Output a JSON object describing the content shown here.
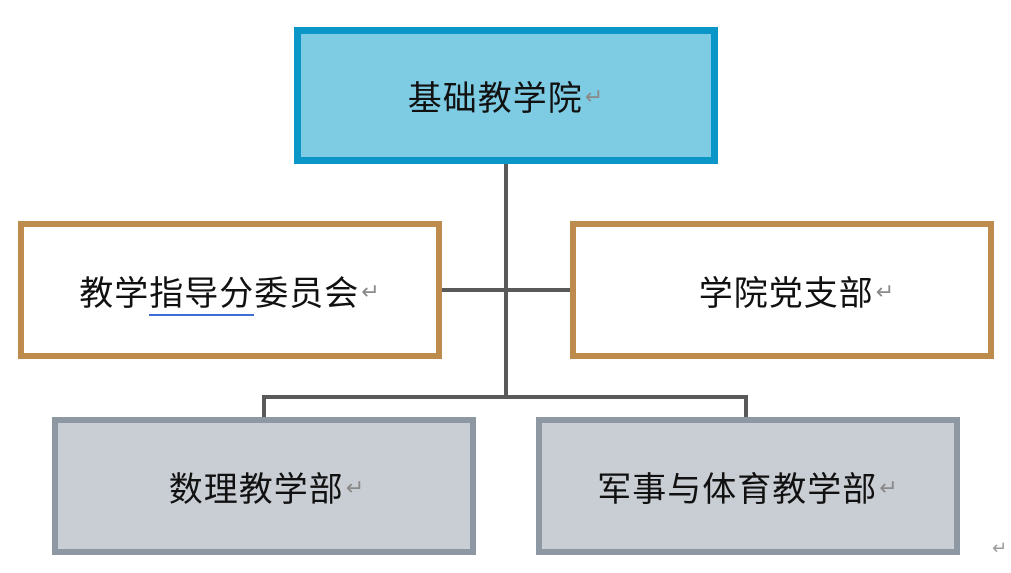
{
  "diagram": {
    "root": {
      "label": "基础教学院"
    },
    "middle": [
      {
        "label_part1": "教学",
        "label_underlined": "指导分",
        "label_part2": "委员会"
      },
      {
        "label": "学院党支部"
      }
    ],
    "bottom": [
      {
        "label": "数理教学部"
      },
      {
        "label": "军事与体育教学部"
      }
    ],
    "paragraph_mark": "↵",
    "colors": {
      "root_fill": "#7ecbe4",
      "root_border": "#0b96c8",
      "middle_border": "#bd8b4b",
      "bottom_fill": "#c9cdd4",
      "bottom_border": "#8e98a3",
      "connector": "#595959"
    }
  }
}
